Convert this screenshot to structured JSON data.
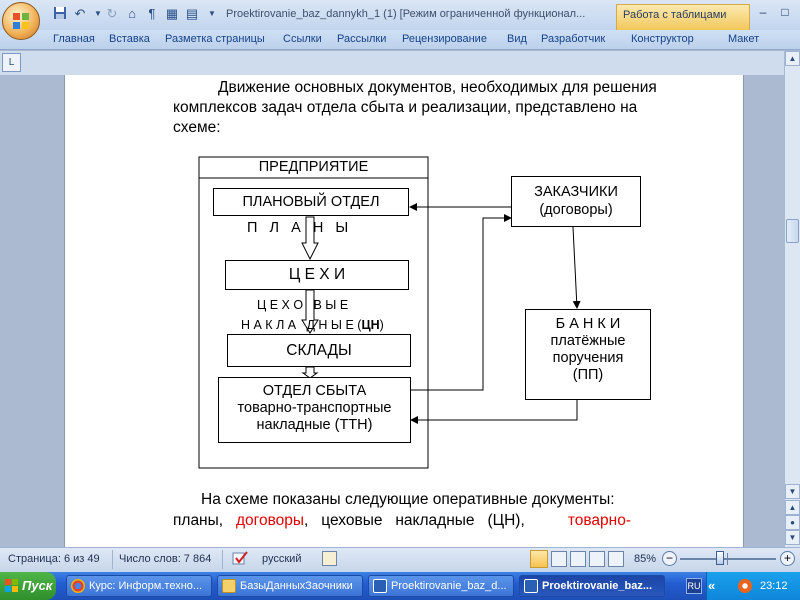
{
  "titlebar": {
    "doc_title": "Proektirovanie_baz_dannykh_1 (1) [Режим ограниченной функционал...",
    "contextual_tab": "Работа с таблицами"
  },
  "ribbon_tabs": [
    "Главная",
    "Вставка",
    "Разметка страницы",
    "Ссылки",
    "Рассылки",
    "Рецензирование",
    "Вид",
    "Разработчик",
    "Конструктор",
    "Макет"
  ],
  "document": {
    "para1": [
      "Движение основных документов,  необходимых для решения",
      "комплексов задач отдела сбыта и реализации, представлено на",
      "схеме:"
    ],
    "diagram": {
      "enterprise": "ПРЕДПРИЯТИЕ",
      "planning": "ПЛАНОВЫЙ ОТДЕЛ",
      "plans": "П   Л   А   Н   Ы",
      "workshops": "Ц Е Х И",
      "shop_invoices_1": "Ц Е Х О   В Ы Е",
      "shop_invoices_2_a": "Н А К Л А   Д Н Ы Е (",
      "shop_invoices_2_b": "ЦН",
      "shop_invoices_2_c": ")",
      "warehouses": "СКЛАДЫ",
      "sales_1": "ОТДЕЛ  СБЫТА",
      "sales_2": "товарно-транспортные",
      "sales_3": "накладные (ТТН)",
      "customers_1": "ЗАКАЗЧИКИ",
      "customers_2": "(договоры)",
      "banks_1": "Б А Н К И",
      "banks_2": "платёжные",
      "banks_3": "поручения",
      "banks_4": "(ПП)"
    },
    "para2_line1": "На   схеме   показаны   следующие   оперативные   документы:",
    "para2_line2": {
      "a": "планы,",
      "b": "договоры",
      "c": ",",
      "d": "цеховые   накладные   (ЦН),",
      "e": "товарно-"
    }
  },
  "statusbar": {
    "page": "Страница: 6 из 49",
    "words": "Число слов: 7 864",
    "language": "русский",
    "zoom": "85%",
    "zoom_level": 0.85
  },
  "taskbar": {
    "start": "Пуск",
    "tasks": [
      "Курс: Информ.техно...",
      "БазыДанныхЗаочники",
      "Proektirovanie_baz_d...",
      "Proektirovanie_baz..."
    ],
    "lang": "RU",
    "time": "23:12"
  },
  "colors": {
    "accent_red": "#e00000",
    "taskbar": "#245dd0"
  }
}
